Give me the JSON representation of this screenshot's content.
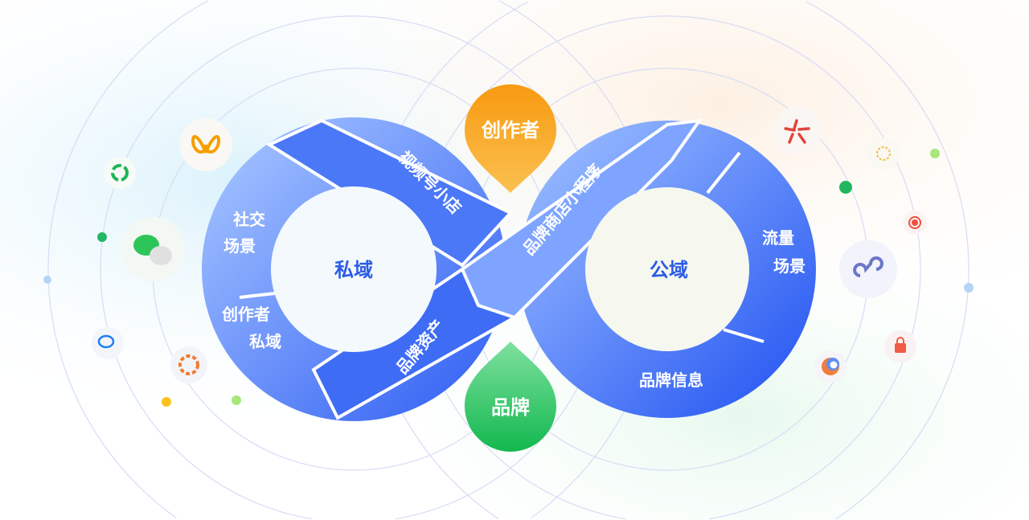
{
  "left_loop": {
    "center_label": "私域",
    "segments": [
      "社交",
      "场景",
      "创作者",
      "私域",
      "视频号小店",
      "品牌资产"
    ]
  },
  "right_loop": {
    "center_label": "公域",
    "segments": [
      "流量",
      "场景",
      "品牌信息",
      "品牌商店小程序"
    ]
  },
  "pins": {
    "top": "创作者",
    "bottom": "品牌"
  },
  "colors": {
    "ring_light": "#8fb3ff",
    "ring_dark": "#3a68f5",
    "pin_top": "#f7a21c",
    "pin_bottom": "#1dbf5a",
    "center_text": "#2a5ce6"
  },
  "left_icons": [
    "butterfly-icon",
    "recycle-icon",
    "wechat-icon",
    "chat-bubble-icon",
    "aperture-icon"
  ],
  "right_icons": [
    "star-burst-icon",
    "flower-icon",
    "target-icon",
    "mini-program-icon",
    "shopping-bag-icon",
    "swirl-icon"
  ]
}
